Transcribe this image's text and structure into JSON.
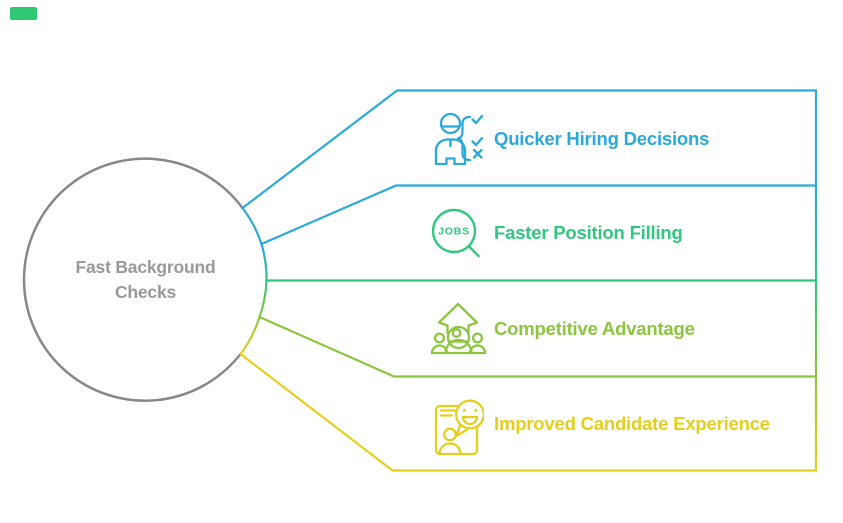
{
  "accent_bar": {
    "color": "#2FC871"
  },
  "center": {
    "title": "Fast Background Checks",
    "text_color": "#97999C",
    "circle_color": "#85878A"
  },
  "items": [
    {
      "label": "Quicker Hiring Decisions",
      "color": "#29A9DC",
      "icon": "person-checklist-icon"
    },
    {
      "label": "Faster Position Filling",
      "color": "#30C87E",
      "icon": "jobs-search-icon",
      "icon_text": "JOBS"
    },
    {
      "label": "Competitive Advantage",
      "color": "#8CC63F",
      "icon": "team-growth-icon"
    },
    {
      "label": "Improved Candidate Experience",
      "color": "#E6CF1B",
      "icon": "candidate-chat-icon"
    }
  ]
}
